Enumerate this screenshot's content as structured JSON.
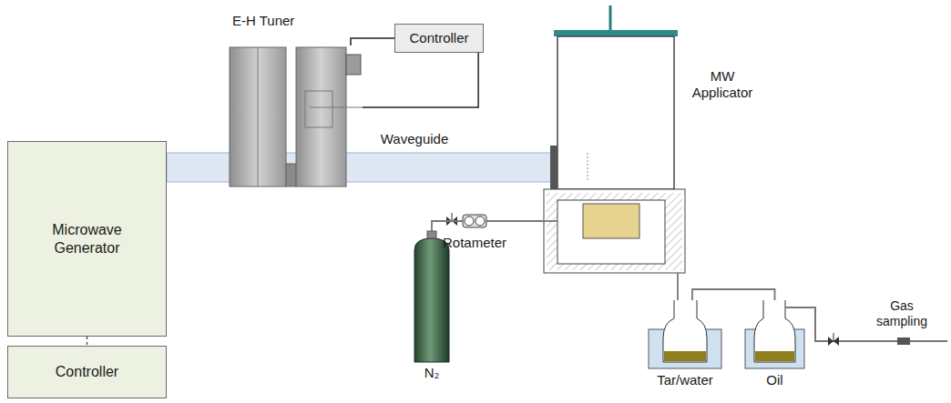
{
  "diagram": {
    "nodes": [
      {
        "text": [
          "Microwave Generator"
        ]
      },
      {
        "text": [
          "Controller"
        ]
      },
      {
        "text": [
          "E-H Tuner"
        ]
      },
      {
        "text": [
          "Controller"
        ]
      },
      {
        "text": [
          "Waveguide"
        ]
      },
      {
        "text": [
          "MW Applicator"
        ]
      },
      {
        "text": [
          "Rotameter"
        ]
      },
      {
        "text": [
          "N₂"
        ]
      },
      {
        "text": [
          "Tar/water"
        ]
      },
      {
        "text": [
          "Oil"
        ]
      }
    ],
    "edges": [
      {
        "from": 0,
        "to": 1,
        "arrow": "none"
      },
      {
        "from": 3,
        "to": 2,
        "arrow": "none"
      },
      {
        "from": 3,
        "to": 2,
        "arrow": "none"
      },
      {
        "from": 7,
        "to": 6,
        "arrow": "none"
      },
      {
        "from": 6,
        "to": 5,
        "arrow": "none"
      },
      {
        "from": 5,
        "to": 8,
        "arrow": "none"
      },
      {
        "from": 8,
        "to": 9,
        "arrow": "none"
      }
    ],
    "labels": [
      "Gas sampling"
    ]
  }
}
